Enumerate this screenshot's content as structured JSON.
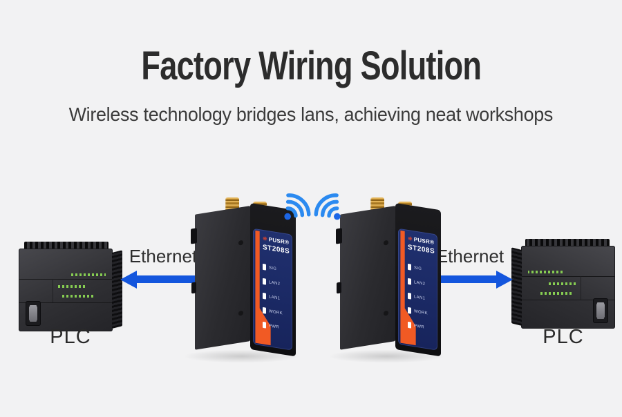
{
  "header": {
    "title": "Factory Wiring Solution",
    "subtitle": "Wireless technology bridges lans, achieving neat workshops"
  },
  "links": {
    "left": {
      "label": "Ethernet"
    },
    "right": {
      "label": "Ethernet"
    }
  },
  "endpoints": {
    "left": {
      "label": "PLC"
    },
    "right": {
      "label": "PLC"
    }
  },
  "router": {
    "brand": "PUSR®",
    "model": "ST208S",
    "led_labels": [
      "SIG",
      "LAN2",
      "LAN1",
      "WORK",
      "PWR"
    ]
  },
  "icons": {
    "wifi": "wifi-signal-icon",
    "antenna": "antenna-connector-icon",
    "brand_logo": "pusr-logo-icon",
    "arrow": "ethernet-arrow-icon",
    "brand_logo_glyph": "❋"
  },
  "colors": {
    "background": "#f2f2f3",
    "title": "#2c2c2c",
    "subtitle": "#3b3b3b",
    "arrow_blue": "#1456dd",
    "wifi_blue": "#2b8af0",
    "panel_navy": "#1c2a66",
    "panel_orange": "#f15a24",
    "antenna_gold": "#c0913a",
    "device_black": "#1a1a1d",
    "plc_led_green": "#86cc52"
  }
}
